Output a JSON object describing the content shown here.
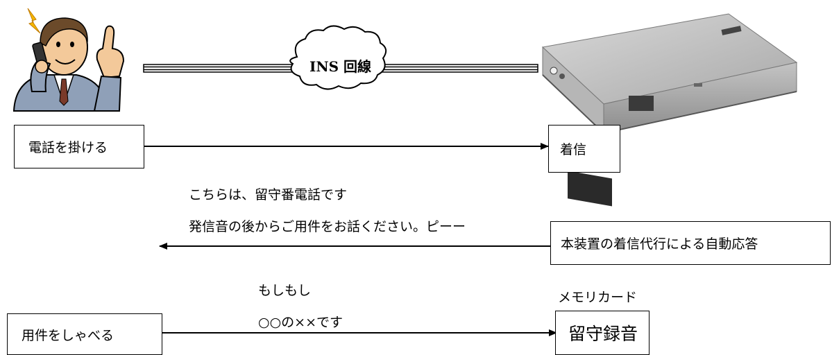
{
  "network": {
    "label": "INS 回線"
  },
  "caller": {
    "action": "電話を掛ける",
    "speak": "用件をしゃべる"
  },
  "device": {
    "incoming": "着信",
    "auto_answer": "本装置の着信代行による自動応答",
    "storage_label": "メモリカード",
    "record": "留守録音"
  },
  "messages": {
    "greeting_1": "こちらは、留守番電話です",
    "greeting_2": "発信音の後からご用件をお話ください。ピーー",
    "caller_1": "もしもし",
    "caller_2": "○○の××です"
  }
}
